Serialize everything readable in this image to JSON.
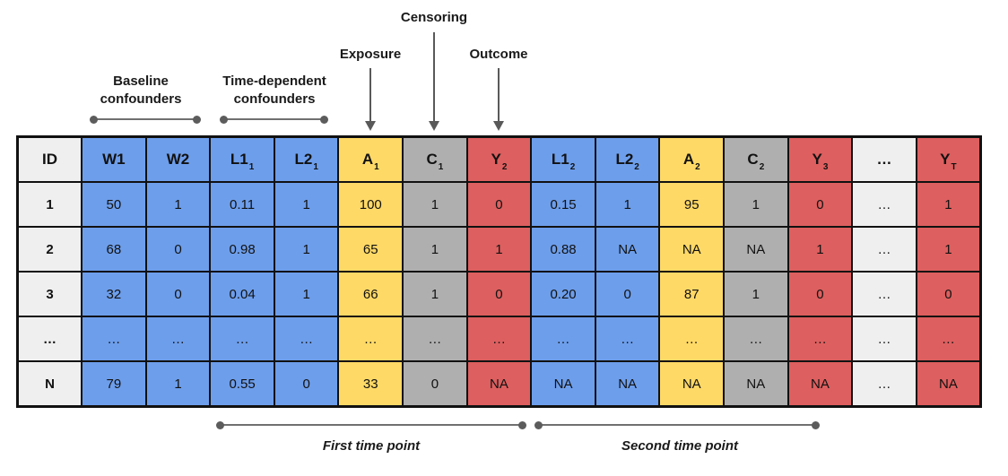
{
  "annotations": {
    "censoring": "Censoring",
    "exposure": "Exposure",
    "outcome": "Outcome",
    "baseline_line1": "Baseline",
    "baseline_line2": "confounders",
    "timedep_line1": "Time-dependent",
    "timedep_line2": "confounders",
    "first_time_point": "First time point",
    "second_time_point": "Second time point"
  },
  "colors": {
    "blue": "#6D9EEB",
    "yellow": "#FFD966",
    "gray": "#AFAFAF",
    "red": "#DD5F5F",
    "light": "#EFEFEF",
    "annotation": "#595959",
    "border": "#111111"
  },
  "table": {
    "columns": [
      {
        "base": "ID",
        "sub": "",
        "type": "light"
      },
      {
        "base": "W1",
        "sub": "",
        "type": "blue"
      },
      {
        "base": "W2",
        "sub": "",
        "type": "blue"
      },
      {
        "base": "L1",
        "sub": "1",
        "type": "blue"
      },
      {
        "base": "L2",
        "sub": "1",
        "type": "blue"
      },
      {
        "base": "A",
        "sub": "1",
        "type": "yellow"
      },
      {
        "base": "C",
        "sub": "1",
        "type": "gray"
      },
      {
        "base": "Y",
        "sub": "2",
        "type": "red"
      },
      {
        "base": "L1",
        "sub": "2",
        "type": "blue"
      },
      {
        "base": "L2",
        "sub": "2",
        "type": "blue"
      },
      {
        "base": "A",
        "sub": "2",
        "type": "yellow"
      },
      {
        "base": "C",
        "sub": "2",
        "type": "gray"
      },
      {
        "base": "Y",
        "sub": "3",
        "type": "red"
      },
      {
        "base": "…",
        "sub": "",
        "type": "light"
      },
      {
        "base": "Y",
        "sub": "T",
        "type": "red"
      }
    ],
    "rows": [
      [
        "1",
        "50",
        "1",
        "0.11",
        "1",
        "100",
        "1",
        "0",
        "0.15",
        "1",
        "95",
        "1",
        "0",
        "…",
        "1"
      ],
      [
        "2",
        "68",
        "0",
        "0.98",
        "1",
        "65",
        "1",
        "1",
        "0.88",
        "NA",
        "NA",
        "NA",
        "1",
        "…",
        "1"
      ],
      [
        "3",
        "32",
        "0",
        "0.04",
        "1",
        "66",
        "1",
        "0",
        "0.20",
        "0",
        "87",
        "1",
        "0",
        "…",
        "0"
      ],
      [
        "…",
        "…",
        "…",
        "…",
        "…",
        "…",
        "…",
        "…",
        "…",
        "…",
        "…",
        "…",
        "…",
        "…",
        "…"
      ],
      [
        "N",
        "79",
        "1",
        "0.55",
        "0",
        "33",
        "0",
        "NA",
        "NA",
        "NA",
        "NA",
        "NA",
        "NA",
        "…",
        "NA"
      ]
    ]
  }
}
